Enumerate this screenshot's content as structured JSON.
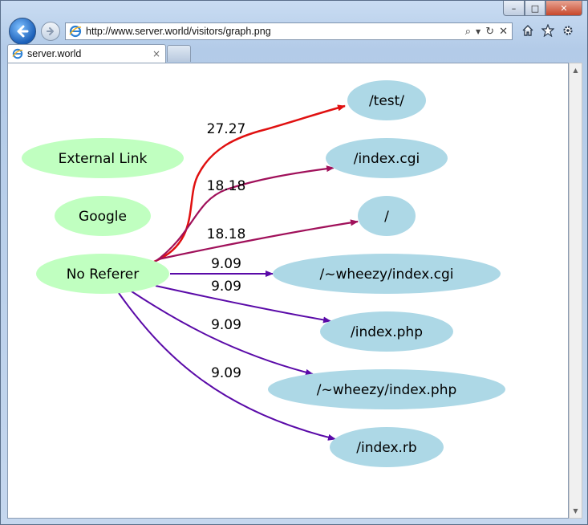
{
  "window": {
    "caption_buttons": {
      "minimize": "–",
      "maximize": "□",
      "close": "✕"
    }
  },
  "nav": {
    "back_icon": "back-arrow-icon",
    "forward_icon": "forward-arrow-icon"
  },
  "address_bar": {
    "url": "http://www.server.world/visitors/graph.png",
    "icons": [
      "search-icon",
      "dropdown-icon",
      "refresh-icon",
      "stop-icon"
    ]
  },
  "toolbar_icons": [
    "home-icon",
    "favorites-star-icon",
    "settings-gear-icon"
  ],
  "tab": {
    "label": "server.world",
    "close": "×"
  },
  "graph": {
    "source_nodes": [
      {
        "id": "external-link",
        "label": "External Link"
      },
      {
        "id": "google",
        "label": "Google"
      },
      {
        "id": "no-referer",
        "label": "No Referer"
      }
    ],
    "target_nodes": [
      {
        "id": "test",
        "label": "/test/"
      },
      {
        "id": "index-cgi",
        "label": "/index.cgi"
      },
      {
        "id": "root",
        "label": "/"
      },
      {
        "id": "wheezy-index-cgi",
        "label": "/~wheezy/index.cgi"
      },
      {
        "id": "index-php",
        "label": "/index.php"
      },
      {
        "id": "wheezy-index-php",
        "label": "/~wheezy/index.php"
      },
      {
        "id": "index-rb",
        "label": "/index.rb"
      }
    ],
    "edges": [
      {
        "from": "no-referer",
        "to": "test",
        "label": "27.27",
        "color": "#e01010"
      },
      {
        "from": "no-referer",
        "to": "index-cgi",
        "label": "18.18",
        "color": "#a0105a"
      },
      {
        "from": "no-referer",
        "to": "root",
        "label": "18.18",
        "color": "#a0105a"
      },
      {
        "from": "no-referer",
        "to": "wheezy-index-cgi",
        "label": "9.09",
        "color": "#5a0aa8"
      },
      {
        "from": "no-referer",
        "to": "index-php",
        "label": "9.09",
        "color": "#5a0aa8"
      },
      {
        "from": "no-referer",
        "to": "wheezy-index-php",
        "label": "9.09",
        "color": "#5a0aa8"
      },
      {
        "from": "no-referer",
        "to": "index-rb",
        "label": "9.09",
        "color": "#5a0aa8"
      }
    ],
    "colors": {
      "source_fill": "#c0ffc0",
      "target_fill": "#add8e6"
    }
  }
}
